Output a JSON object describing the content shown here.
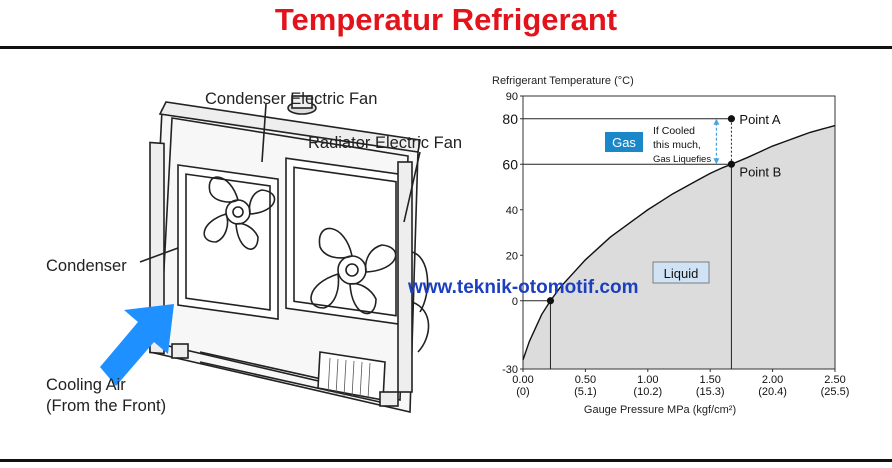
{
  "header": {
    "title": "Temperatur Refrigerant"
  },
  "illustration": {
    "labels": {
      "condenser_fan": "Condenser Electric Fan",
      "radiator_fan": "Radiator Electric Fan",
      "condenser": "Condenser",
      "cooling_air_line1": "Cooling Air",
      "cooling_air_line2": "(From the Front)"
    },
    "arrow_color": "#1e90ff"
  },
  "chart_data": {
    "type": "line",
    "title": "Refrigerant Temperature (°C)",
    "xlabel": "Gauge Pressure MPa (kgf/cm²)",
    "ylabel": "",
    "xlim": [
      0,
      2.5
    ],
    "ylim": [
      -30,
      90
    ],
    "x_ticks": [
      {
        "value": 0.0,
        "label": "0.00",
        "sub": "(0)"
      },
      {
        "value": 0.5,
        "label": "0.50",
        "sub": "(5.1)"
      },
      {
        "value": 1.0,
        "label": "1.00",
        "sub": "(10.2)"
      },
      {
        "value": 1.5,
        "label": "1.50",
        "sub": "(15.3)"
      },
      {
        "value": 2.0,
        "label": "2.00",
        "sub": "(20.4)"
      },
      {
        "value": 2.5,
        "label": "2.50",
        "sub": "(25.5)"
      }
    ],
    "y_ticks": [
      {
        "value": 90,
        "label": "90"
      },
      {
        "value": 80,
        "label": "80"
      },
      {
        "value": 60,
        "label": "60"
      },
      {
        "value": 40,
        "label": "40"
      },
      {
        "value": 20,
        "label": "20"
      },
      {
        "value": 0,
        "label": "0"
      },
      {
        "value": -30,
        "label": "-30"
      }
    ],
    "series": [
      {
        "x": [
          0.0,
          0.05,
          0.1,
          0.15,
          0.22,
          0.3,
          0.4,
          0.5,
          0.6,
          0.7,
          0.8,
          0.9,
          1.0,
          1.1,
          1.2,
          1.3,
          1.4,
          1.5,
          1.6,
          1.67,
          1.8,
          1.9,
          2.0,
          2.1,
          2.2,
          2.3,
          2.4,
          2.5
        ],
        "y": [
          -26,
          -18,
          -12,
          -6,
          0,
          6,
          12,
          18,
          23,
          28,
          32,
          36,
          40,
          43.5,
          47,
          50,
          53,
          56,
          58.5,
          60,
          63,
          65.5,
          68,
          70,
          72,
          74,
          75.5,
          77
        ]
      }
    ],
    "points": [
      {
        "label": "Point A",
        "x": 1.67,
        "y": 80
      },
      {
        "label": "Point B",
        "x": 1.67,
        "y": 60
      },
      {
        "label": "",
        "x": 0.22,
        "y": 0
      }
    ],
    "regions": {
      "gas": "Gas",
      "liquid": "Liquid"
    },
    "annotation": {
      "line1": "If Cooled",
      "line2": "this much,",
      "line3": "Gas Liquefies"
    },
    "colors": {
      "liquid_fill": "#dcdcdc",
      "gas_box": "#1a87c9",
      "liquid_box": "#cfe3f5",
      "arrow": "#4aa3df"
    },
    "grid": false
  },
  "watermark": "www.teknik-otomotif.com"
}
